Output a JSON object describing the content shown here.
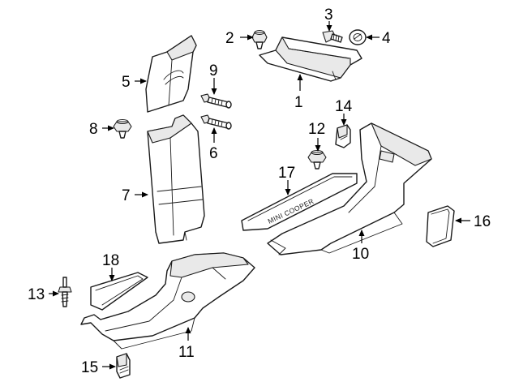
{
  "callouts": [
    "1",
    "2",
    "3",
    "4",
    "5",
    "6",
    "7",
    "8",
    "9",
    "10",
    "11",
    "12",
    "13",
    "14",
    "15",
    "16",
    "17",
    "18"
  ],
  "sill_emboss_text": "MINI COOPER"
}
